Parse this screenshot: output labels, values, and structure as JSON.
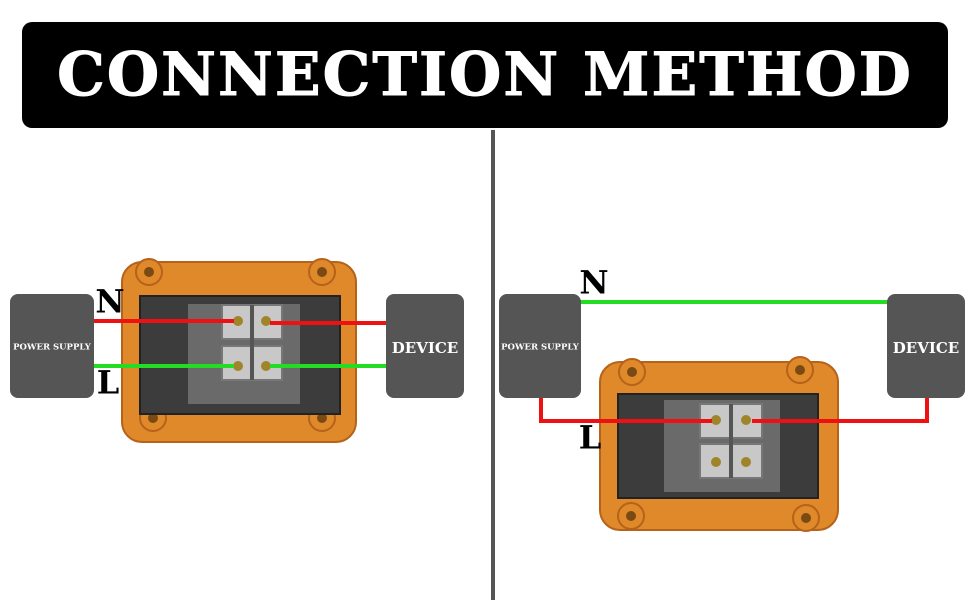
{
  "title": "CONNECTION METHOD",
  "left_diagram": {
    "source_label": "POWER SUPPLY",
    "load_label": "DEVICE",
    "neutral_label": "N",
    "live_label": "L",
    "neutral_wire_color": "red",
    "live_wire_color": "green"
  },
  "right_diagram": {
    "source_label": "POWER SUPPLY",
    "load_label": "DEVICE",
    "neutral_label": "N",
    "live_label": "L",
    "neutral_wire_color": "green",
    "live_wire_color": "red"
  },
  "colors": {
    "banner": "#000000",
    "box": "#555555",
    "housing": "#e0892a",
    "red_wire": "#ee1111",
    "green_wire": "#22dd22",
    "divider": "#555555"
  }
}
